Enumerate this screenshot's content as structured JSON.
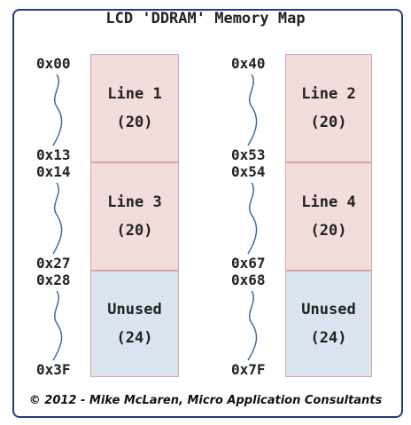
{
  "title": "LCD 'DDRAM' Memory Map",
  "footer": "© 2012 - Mike McLaren, Micro Application Consultants",
  "colors": {
    "frame": "#1f3f7a",
    "line_fill": "#f2dcdc",
    "line_border": "#d9a3a3",
    "unused_fill": "#dbe5f1",
    "squiggle": "#3b6aa0"
  },
  "left_column": {
    "addresses": [
      "0x00",
      "0x13",
      "0x14",
      "0x27",
      "0x28",
      "0x3F"
    ],
    "blocks": [
      {
        "name": "Line 1",
        "size": "(20)",
        "kind": "used"
      },
      {
        "name": "Line 3",
        "size": "(20)",
        "kind": "used"
      },
      {
        "name": "Unused",
        "size": "(24)",
        "kind": "unused"
      }
    ]
  },
  "right_column": {
    "addresses": [
      "0x40",
      "0x53",
      "0x54",
      "0x67",
      "0x68",
      "0x7F"
    ],
    "blocks": [
      {
        "name": "Line 2",
        "size": "(20)",
        "kind": "used"
      },
      {
        "name": "Line 4",
        "size": "(20)",
        "kind": "used"
      },
      {
        "name": "Unused",
        "size": "(24)",
        "kind": "unused"
      }
    ]
  }
}
